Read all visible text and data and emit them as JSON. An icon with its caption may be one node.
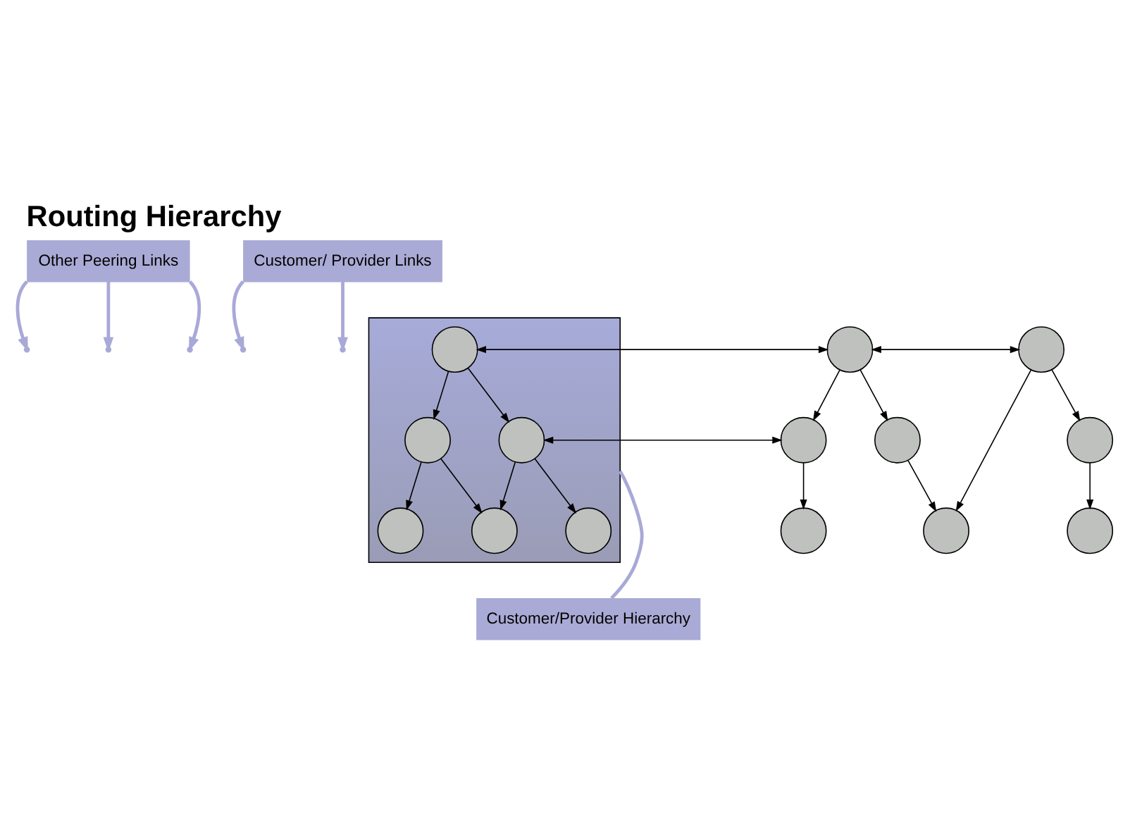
{
  "diagram": {
    "title": "Routing Hierarchy",
    "nodes": [
      {
        "text": [
          "Other Peering Links"
        ]
      },
      {
        "text": [
          "Customer/ Provider Links"
        ]
      },
      {
        "text": [],
        "shape": "triangle"
      },
      {
        "text": [],
        "shape": "circle",
        "in": 2
      },
      {
        "text": [],
        "shape": "circle"
      },
      {
        "text": [],
        "shape": "circle"
      },
      {
        "text": [],
        "shape": "circle",
        "in": 2
      },
      {
        "text": [],
        "shape": "circle",
        "in": 2
      },
      {
        "text": [],
        "shape": "circle"
      },
      {
        "text": [],
        "shape": "circle"
      },
      {
        "text": [],
        "shape": "circle"
      },
      {
        "text": [],
        "shape": "circle",
        "in": 2
      },
      {
        "text": [],
        "shape": "circle",
        "in": 2
      },
      {
        "text": [],
        "shape": "circle",
        "in": 2
      },
      {
        "text": [],
        "shape": "circle"
      },
      {
        "text": [],
        "shape": "circle"
      },
      {
        "text": [],
        "shape": "circle"
      },
      {
        "text": [
          "Customer/Provider Hierarchy"
        ]
      }
    ],
    "edges": [
      {
        "from": 3,
        "to": 6,
        "arrow": "to"
      },
      {
        "from": 3,
        "to": 7,
        "arrow": "to"
      },
      {
        "from": 6,
        "to": 11,
        "arrow": "to"
      },
      {
        "from": 6,
        "to": 12,
        "arrow": "to"
      },
      {
        "from": 7,
        "to": 12,
        "arrow": "to"
      },
      {
        "from": 7,
        "to": 13,
        "arrow": "to"
      },
      {
        "from": 3,
        "to": 4,
        "arrow": "both"
      },
      {
        "from": 4,
        "to": 5,
        "arrow": "both"
      },
      {
        "from": 7,
        "to": 8,
        "arrow": "both"
      },
      {
        "from": 4,
        "to": 8,
        "arrow": "to"
      },
      {
        "from": 4,
        "to": 9,
        "arrow": "to"
      },
      {
        "from": 5,
        "to": 15,
        "arrow": "to"
      },
      {
        "from": 5,
        "to": 10,
        "arrow": "to"
      },
      {
        "from": 8,
        "to": 14,
        "arrow": "to"
      },
      {
        "from": 9,
        "to": 15,
        "arrow": "to"
      },
      {
        "from": 10,
        "to": 16,
        "arrow": "to"
      },
      {
        "from": 0,
        "to": null,
        "arrow": "to",
        "style": "thick",
        "color": "#a9a9d8"
      },
      {
        "from": 0,
        "to": null,
        "arrow": "to",
        "style": "thick",
        "color": "#a9a9d8"
      },
      {
        "from": 0,
        "to": null,
        "arrow": "to",
        "style": "thick",
        "color": "#a9a9d8"
      },
      {
        "from": 1,
        "to": null,
        "arrow": "to",
        "style": "thick",
        "color": "#a9a9d8"
      },
      {
        "from": 1,
        "to": null,
        "arrow": "to",
        "style": "thick",
        "color": "#a9a9d8"
      },
      {
        "from": 17,
        "to": 2,
        "arrow": "none",
        "style": "thick",
        "color": "#a9a9d8"
      }
    ]
  }
}
